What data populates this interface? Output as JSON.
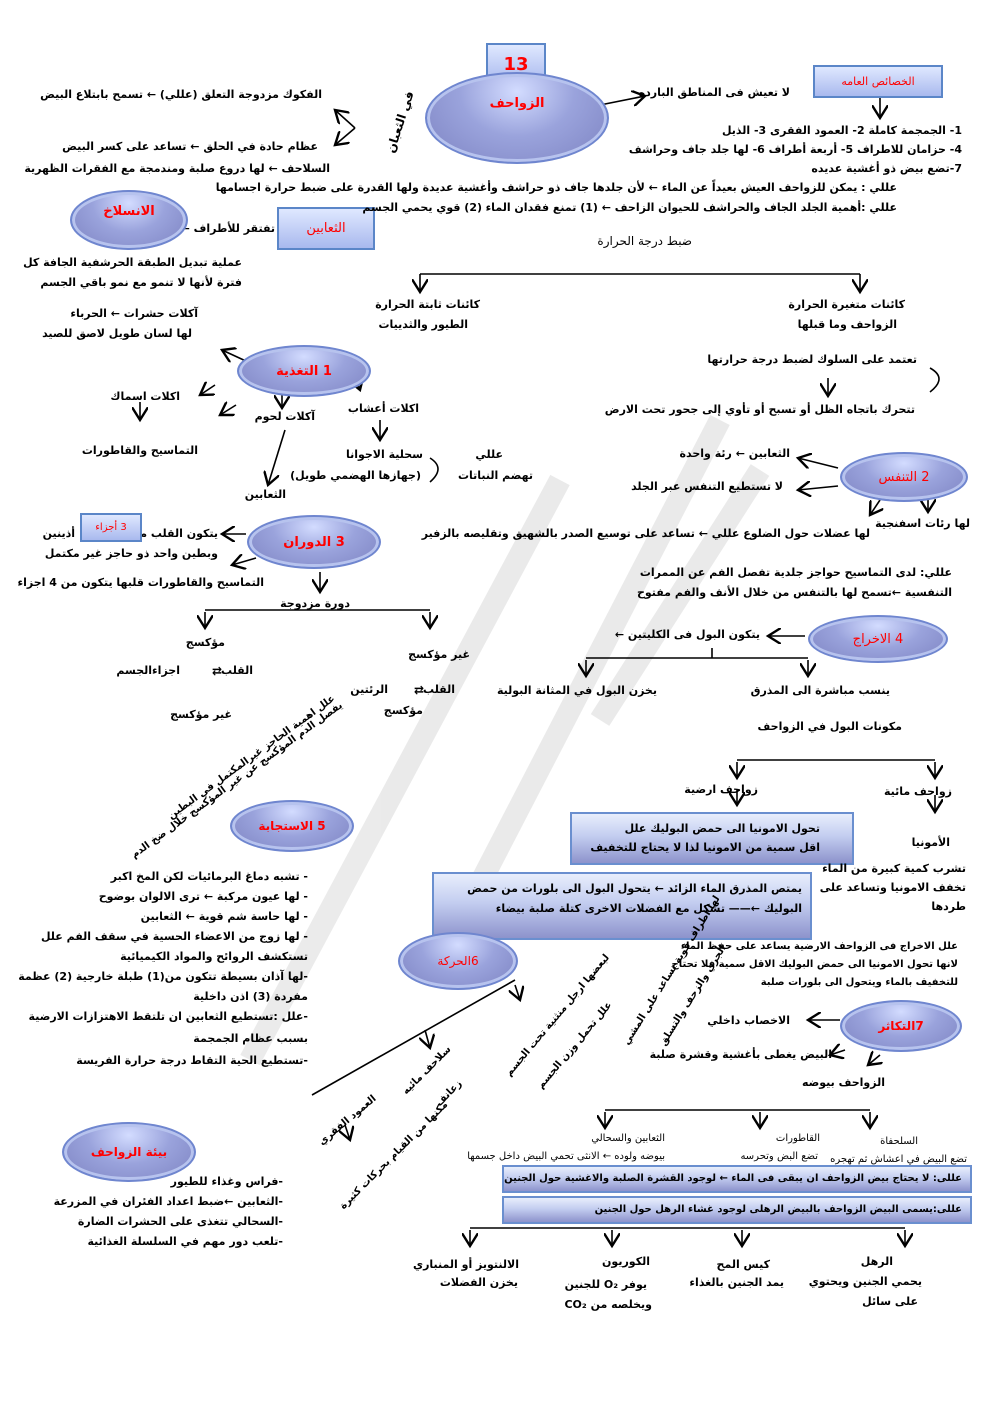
{
  "title": {
    "number": "13",
    "main": "الزواحف",
    "general": "الخصائص العامه",
    "snake_label": "في الثعبان"
  },
  "top_left": {
    "jaws": "الفكوك مزدوجة التعلق (عللي) ← تسمح بابتلاع البيض",
    "throat": "عظام حادة في الحلق ← تساعد على كسر البيض",
    "turtles": "السلاحف ← لها دروع صلبة ومندمجة مع الفقرات الظهرية",
    "snakes_box": "الثعابين",
    "no_limbs": "تفتقر للأطراف ←",
    "molting": "الانسلاخ",
    "molting_1": "عملية تبديل الطبقة الحرشفية الجافة كل",
    "molting_2": "فترة لأنها لا تنمو مع نمو باقي الجسم",
    "chameleon_1": "آكلات حشرات ← الحرباء",
    "chameleon_2": "لها لسان طويل لاصق للصيد"
  },
  "top_right": {
    "cold": "لا تعيش فى المناطق البارده",
    "traits": [
      "1- الجمجمة كاملة   2- العمود الفقرى   3- الذيل",
      "4- حزامان للاطراف   5- أربعة أطراف   6- لها جلد جاف وحراشف",
      "7-تضع بيض ذو أغشية عديده"
    ],
    "why_1": "عللي : يمكن للزواحف العيش بعيداً عن الماء ← لأن جلدها جاف ذو حراشف وأغشية عديدة  ولها القدرة على ضبط حرارة اجسامها",
    "why_2": "عللي :أهمية الجلد الجاف والحراشف للحيوان الزاحف ← (1) تمنع فقدان الماء",
    "why_2b": "(2) قوي يحمي الجسم",
    "temp": "ضبط درجة الحرارة",
    "constant_1": "كائنات ثابتة الحرارة",
    "constant_2": "الطيور والثدييات",
    "variable_1": "كائنات متغيرة الحرارة",
    "variable_2": "الزواحف وما قبلها",
    "behavior": "تعتمد على السلوك لضبط درجة حرارتها",
    "move": "تتحرك باتجاه الظل أو تسبح أو تأوي إلى جحور تحت الارض"
  },
  "feeding": {
    "title": "1 التغذية",
    "fish": "اكلات اسماك",
    "croc": "التماسيح والقاطورات",
    "meat": "آكلات لحوم",
    "snakes": "الثعابين",
    "herb": "اكلات أعشاب",
    "iguana": "سحلية الاجوانا",
    "iguana_2": "(جهازها الهضمي طويل)",
    "why": "عللي",
    "why_2": "تهضم النباتات"
  },
  "breathing": {
    "title": "2 التنفس",
    "snakes": "الثعابين ←  رئة واحدة",
    "skin": "لا تستطيع التنفس عبر الجلد",
    "lungs": "لها رئات اسفنجية",
    "ribs": "لها عضلات حول الضلوع  عللي ← تساعد على توسيع الصدر بالشهيق وتقليصه بالزفير",
    "croc_1": "عللي: لدى التماسيح حواجز جلدية تفصل الفم عن الممرات",
    "croc_2": "التنفسية ←تسمح لها بالتنفس من خلال الأنف والفم مفتوح"
  },
  "circulation": {
    "title": "3 الدوران",
    "heart": "يتكون القلب من",
    "parts": "3 أجزاء",
    "atria": "أذينين",
    "ventricle": "وبطين واحد ذو حاجز غير مكتمل",
    "croc": "التماسيح والقاطورات قلبها يتكون من 4 اجزاء",
    "double": "دورة مزدوجة",
    "oxy": "مؤكسج",
    "heart_l": "القلب",
    "body": "اجزاءالجسم",
    "deoxy": "غير مؤكسج",
    "deoxy_r": "غير مؤكسج",
    "heart_r": "القلب",
    "lungs": "الرئتين",
    "oxy_r": "مؤكسج",
    "why_1": "علل اهمية الحاجز غيرالمكتمل في البطين",
    "why_2": "يفصل الدم المؤكسج عن غير المؤكسج خلال ضخ الدم"
  },
  "excretion": {
    "title": "4 الاخراج",
    "kidneys": "يتكون البول فى الكليتين ←",
    "bladder": "يخزن البول في المثانة البولية",
    "cloaca": "ينسب مباشرة الى المذرق",
    "components": "مكونات البول في الزواحف",
    "land": "زواحف ارضية",
    "water": "زواحف مائية",
    "uric_1": "تحول الامونيا الى حمض البوليك    علل",
    "uric_2": "اقل سمية من الامونيا لذا لا يحتاج للتخفيف",
    "ammonia": "الأمونيا",
    "drink_1": "تشرب كمية كبيرة من الماء",
    "drink_2": "تخفف الامونيا وتساعد على",
    "drink_3": "طردها",
    "cl_1": "يمتص المذرق الماء الزائد ←  يتحول البول الى بلورات من حمض",
    "cl_2": "البوليك ←——  تشكل مع الفضلات الاخرى كتلة صلبة بيضاء",
    "why_1": "علل الاخراج فى الزواحف الارضية يساعد على حفظ الماء",
    "why_2": "لانها تحول الامونيا الى حمض البوليك الاقل سمية فلا تحتاج",
    "why_3": "للتخفيف بالماء ويتحول الى بلورات صلبة"
  },
  "response": {
    "title": "5 الاستجابة",
    "items": [
      "- تشبه دماغ البرمائيات لكن المخ اكبر",
      "- لها عيون مركبة ← ترى الالوان بوضوح",
      "- لها حاسة شم قوية ← الثعابين",
      "- لها زوج من الاعضاء الحسية في سقف الفم   علل",
      "تستكشف الروائح والمواد الكيميائية",
      "-لها آذان بسيطة  تتكون من(1) طبلة خارجية (2) عظمة",
      "مفردة (3) اذن داخلية",
      "-علل :تستطيع الثعابين ان تلتقط الاهتزازات الارضية",
      "بسبب عظام الجمجمة",
      "-تستطيع الحية التقاط درجة حرارة الفريسة"
    ]
  },
  "movement": {
    "title": "6الحركة",
    "strong": "لها اطراف قوية تساعد على المشي",
    "strong_2": "الجري والزحف والتسلق",
    "bent": "لبعضها ارجل منثنية تحت الجسم",
    "bent_why": "علل تحمل وزن الجسم",
    "turtles": "سلاحف مائيه",
    "fins": "زعانف",
    "spine": "العمود الفقري",
    "spine_2": "مكنها من القيام بحركات كثيرة"
  },
  "reproduction": {
    "title": "7التكاثر",
    "internal": "الاخصاب داخلي",
    "shell": "البيض يغطى بأغشية وقشرة صلبة",
    "oviparous": "الزواحف بيوضه",
    "snakes": "الثعابين والسحالي",
    "snakes_2": "بيوضه ولوده ← الانثى تحمي البيض داخل جسمها",
    "alligators": "القاطورات",
    "alligators_2": "تضع البض وتحرسه",
    "turtle": "السلحفاة",
    "turtle_2": "تضع البيض في اعشاش ثم تهجره",
    "why_1": "عللى: لا يحتاج بيض الزواحف ان يبقى فى الماء ← لوجود القشرة الصلبة والاغشية حول الجنين",
    "why_2": "عللى:يسمى البيض الزواحف بالبيض الرهلى          لوجود غشاء الرهل حول الجنين",
    "amnion": "الرهل",
    "amnion_2": "يحمي الجنين ويحتوي",
    "amnion_3": "على سائل",
    "yolk": "كيس المح",
    "yolk_2": "يمد الجنين بالغذاء",
    "chorion": "الكوريون",
    "chorion_2": "يوفر O₂ للجنين",
    "chorion_3": "ويخلصه من CO₂",
    "allantois": "الالنتويز أو المنباري",
    "allantois_2": "يخزن الفضلات"
  },
  "environment": {
    "title": "بيئة الزواحف",
    "items": [
      "-فراس وغذاء للطيور",
      "-الثعابين ←ضبط اعداد الفئران في المزرعة",
      "-السحالي تتغذى على الحشرات الضارة",
      "-تلعب دور مهم في السلسلة الغذائية"
    ]
  }
}
